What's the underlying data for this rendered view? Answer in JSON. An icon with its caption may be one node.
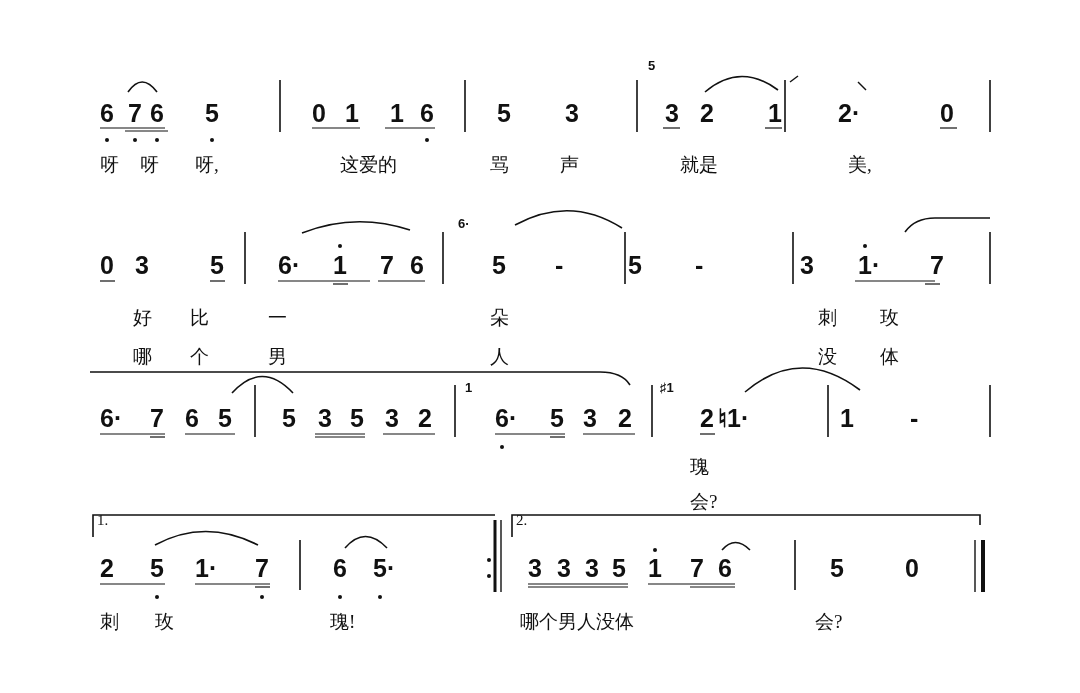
{
  "diagram": {
    "labels": [
      "6 7 6 5",
      "0 1 1 6",
      "5 3",
      "5",
      "3 2 1",
      "2·",
      "0",
      "呀",
      "呀",
      "呀,",
      "这爱的",
      "骂",
      "声",
      "就是",
      "美,",
      "0 3 5",
      "6· 1 7 6",
      "6·",
      "5 -",
      "5 -",
      "3 1· 7",
      "好",
      "比",
      "一",
      "朵",
      "刺",
      "玫",
      "哪",
      "个",
      "男",
      "人",
      "没",
      "体",
      "6· 7 6 5",
      "5 3 5 3 2",
      "1",
      "6· 5 3 2",
      "♯1",
      "2 ♮1·",
      "1 -",
      "瑰",
      "会?",
      "1.",
      "2 5 1· 7",
      "6 5·",
      "2.",
      "3 3 3 5 1 7 6",
      "5 0",
      "刺",
      "玫",
      "瑰!",
      "哪个男人没体",
      "会?"
    ]
  }
}
